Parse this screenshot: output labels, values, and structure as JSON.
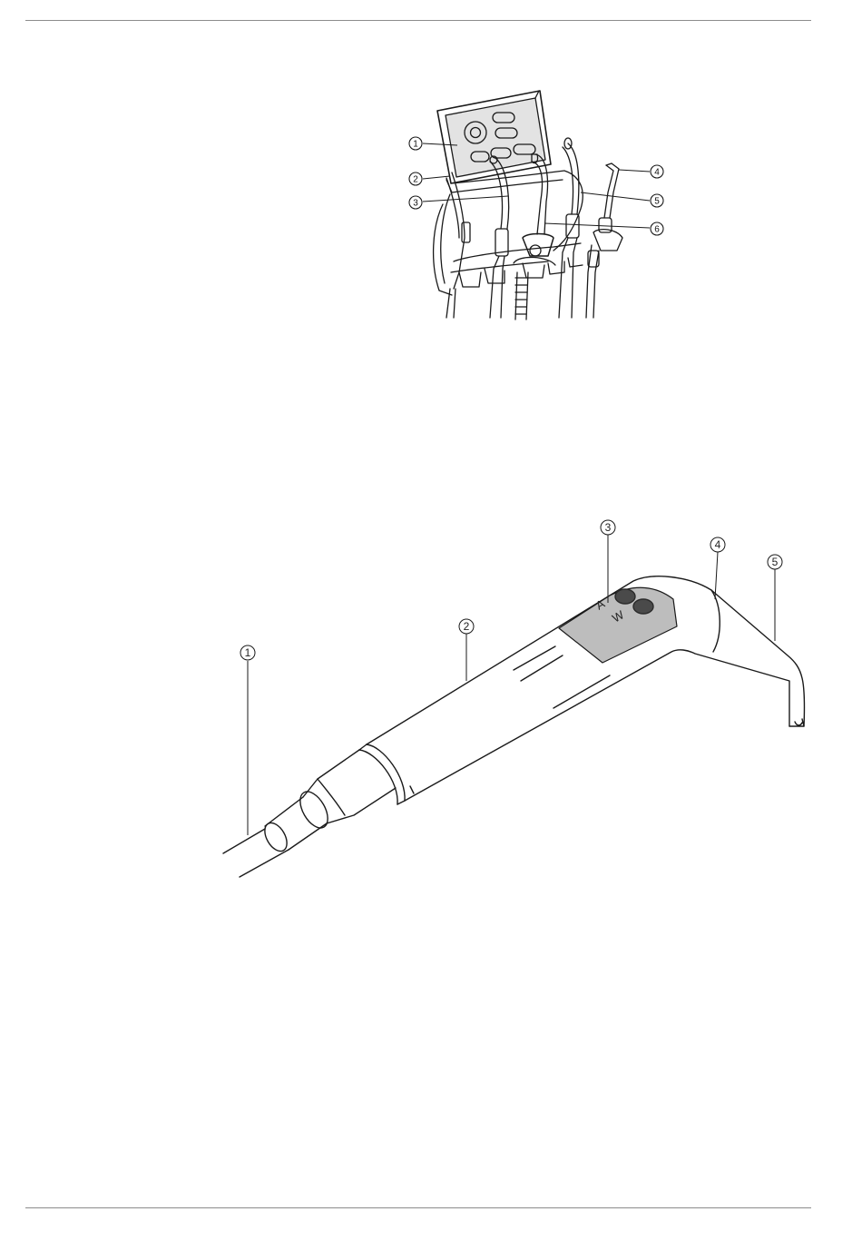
{
  "figure1": {
    "callouts": [
      {
        "label": "1"
      },
      {
        "label": "2"
      },
      {
        "label": "3"
      },
      {
        "label": "4"
      },
      {
        "label": "5"
      },
      {
        "label": "6"
      }
    ]
  },
  "figure2": {
    "callouts": [
      {
        "label": "1"
      },
      {
        "label": "2"
      },
      {
        "label": "3"
      },
      {
        "label": "4"
      },
      {
        "label": "5"
      }
    ],
    "button_labels": {
      "air": "A",
      "water": "W"
    }
  },
  "colors": {
    "line": "#1a1a1a",
    "rule": "#8c8c8c",
    "screen": "#e3e3e3",
    "keypad": "#bdbdbd",
    "button": "#4a4a4a"
  }
}
